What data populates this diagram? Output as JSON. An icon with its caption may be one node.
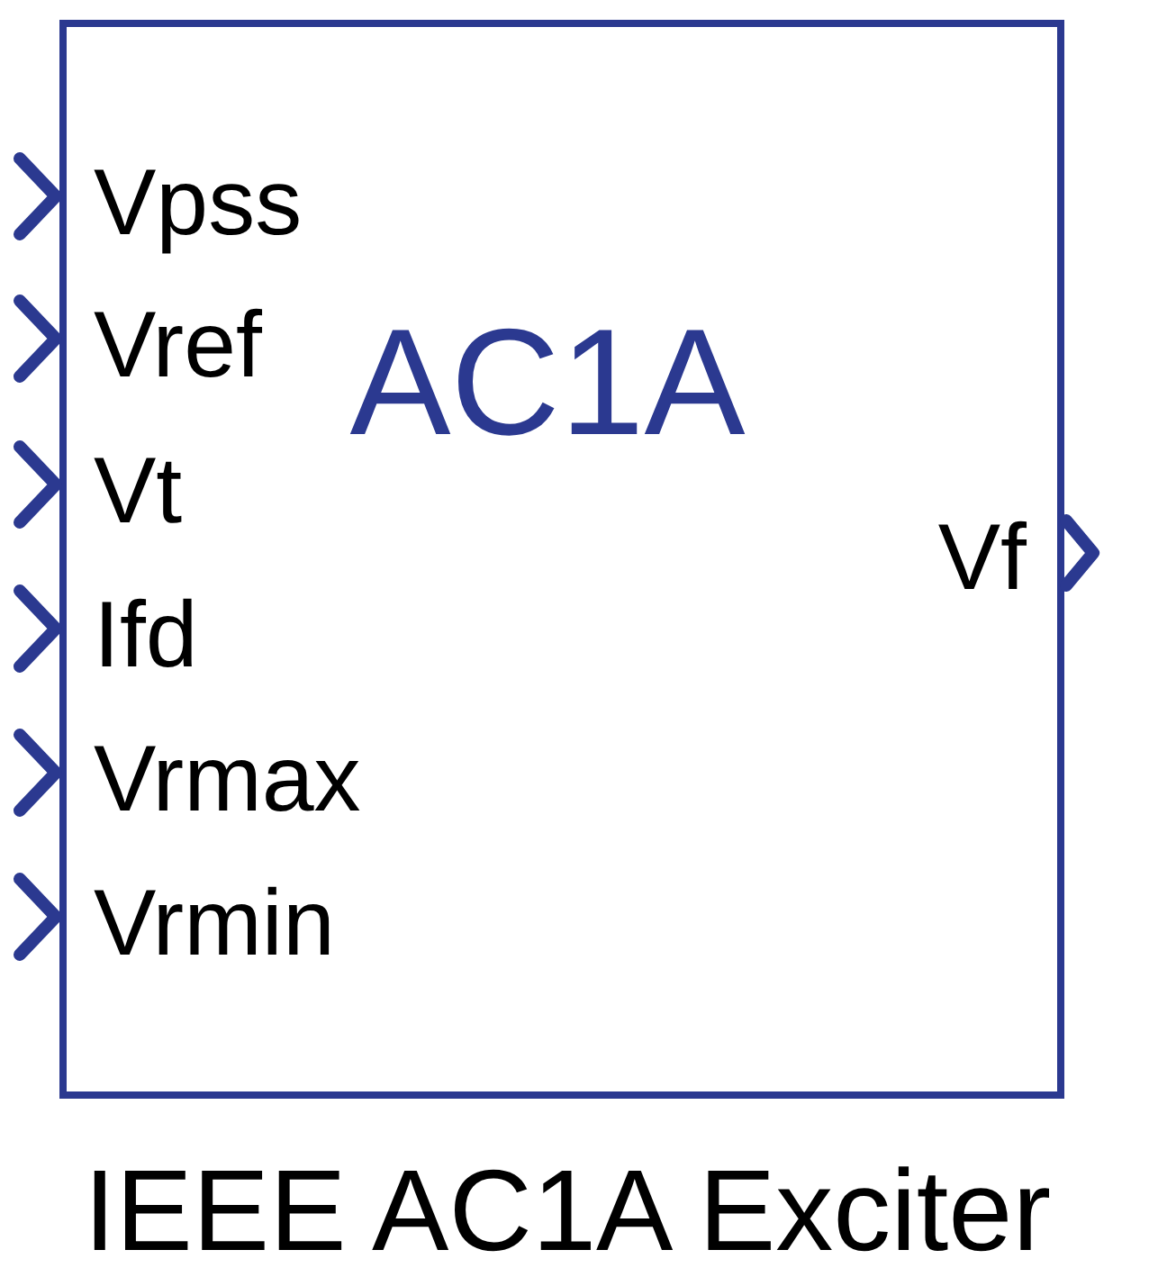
{
  "diagram": {
    "nodes": [
      {
        "text": [
          "Vpss",
          "Vref",
          "AC1A",
          "Vt",
          "Vf",
          "Ifd",
          "Vrmax",
          "Vrmin"
        ],
        "beside": [
          "IEEE AC1A Exciter"
        ]
      }
    ]
  }
}
